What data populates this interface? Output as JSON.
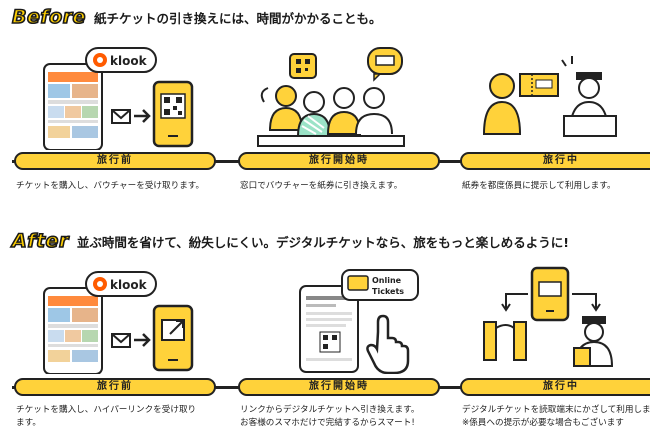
{
  "before": {
    "tag": "Before",
    "headline": "紙チケットの引き換えには、時間がかかることも。",
    "steps": [
      {
        "label": "旅行前",
        "description": "チケットを購入し、バウチャーを受け取ります。"
      },
      {
        "label": "旅行開始時",
        "description": "窓口でバウチャーを紙券に引き換えます。"
      },
      {
        "label": "旅行中",
        "description": "紙券を都度係員に提示して利用します。"
      }
    ]
  },
  "after": {
    "tag": "After",
    "headline": "並ぶ時間を省けて、紛失しにくい。デジタルチケットなら、旅をもっと楽しめるように!",
    "steps": [
      {
        "label": "旅行前",
        "description_lines": [
          "チケットを購入し、ハイパーリンクを受け取り",
          "ます。"
        ]
      },
      {
        "label": "旅行開始時",
        "description_lines": [
          "リンクからデジタルチケットへ引き換えます。",
          "お客様のスマホだけで完結するからスマート!"
        ]
      },
      {
        "label": "旅行中",
        "description_lines": [
          "デジタルチケットを読取端末にかざして利用します。",
          "※係員への提示が必要な場合もございます"
        ]
      }
    ]
  },
  "brand": {
    "logo_text": "klook"
  },
  "online_badge": {
    "line1": "Online",
    "line2": "Tickets"
  },
  "colors": {
    "accent": "#ffd23a",
    "outline": "#222222",
    "klook_orange": "#ff5b00"
  }
}
